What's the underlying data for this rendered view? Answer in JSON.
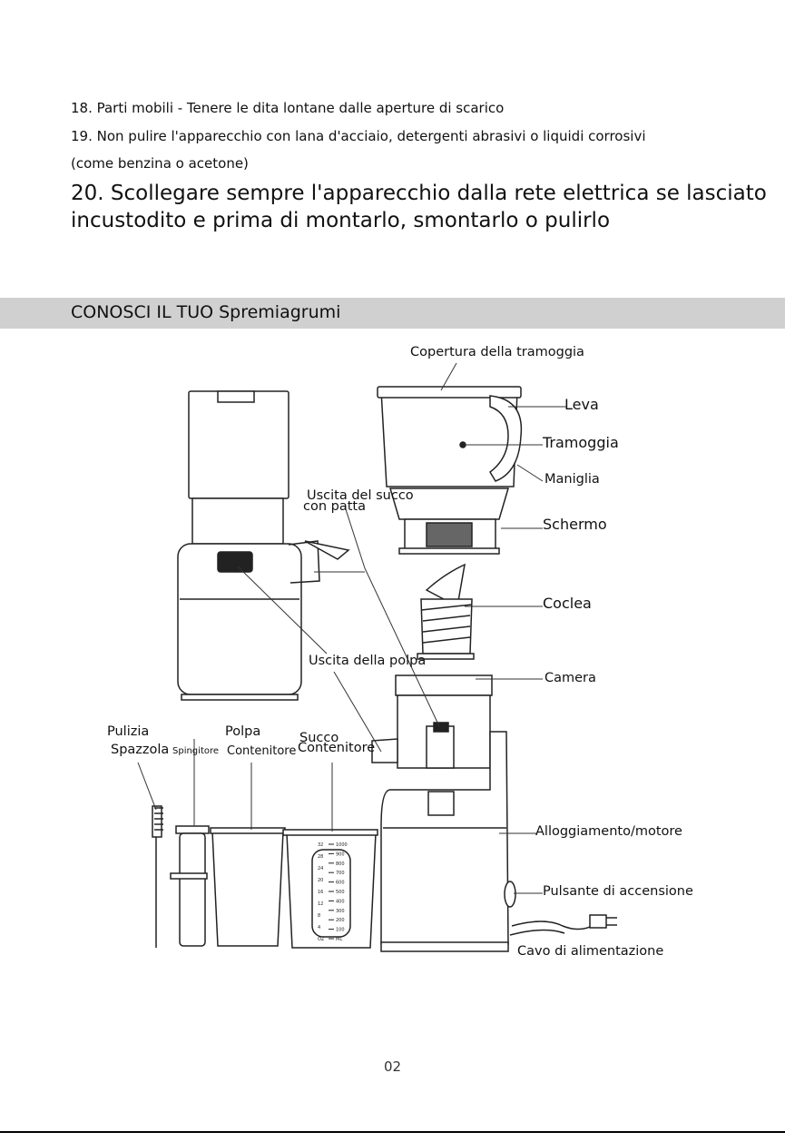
{
  "instructions": {
    "item18": "18. Parti mobili - Tenere le dita lontane dalle aperture di scarico",
    "item19_line1": "19. Non pulire l'apparecchio con lana d'acciaio, detergenti abrasivi o liquidi corrosivi",
    "item19_line2": "(come benzina o acetone)",
    "item20_line1": "20. Scollegare sempre l'apparecchio dalla rete elettrica se lasciato",
    "item20_line2": "incustodito e prima di montarlo, smontarlo o pulirlo"
  },
  "section": {
    "title": "CONOSCI IL TUO Spremiagrumi"
  },
  "labels": {
    "copertura": "Copertura della tramoggia",
    "leva": "Leva",
    "tramoggia": "Tramoggia",
    "maniglia": "Maniglia",
    "uscita_succo_1": "Uscita del succo",
    "uscita_succo_2": "con patta",
    "schermo": "Schermo",
    "coclea": "Coclea",
    "uscita_polpa": "Uscita della polpa",
    "camera": "Camera",
    "pulizia": "Pulizia",
    "spazzola": "Spazzola",
    "spingitore": "Spingitore",
    "polpa": "Polpa",
    "contenitore_polpa": "Contenitore",
    "succo": "Succo",
    "contenitore_succo": "Contenitore",
    "alloggiamento": "Alloggiamento/motore",
    "pulsante": "Pulsante di accensione",
    "cavo": "Cavo di alimentazione"
  },
  "page_number": "02",
  "jug_scale": {
    "ml": [
      "1000",
      "900",
      "800",
      "700",
      "600",
      "500",
      "400",
      "300",
      "200",
      "100",
      "ML"
    ],
    "oz": [
      "32",
      "28",
      "24",
      "20",
      "16",
      "12",
      "8",
      "4",
      "OZ"
    ]
  }
}
